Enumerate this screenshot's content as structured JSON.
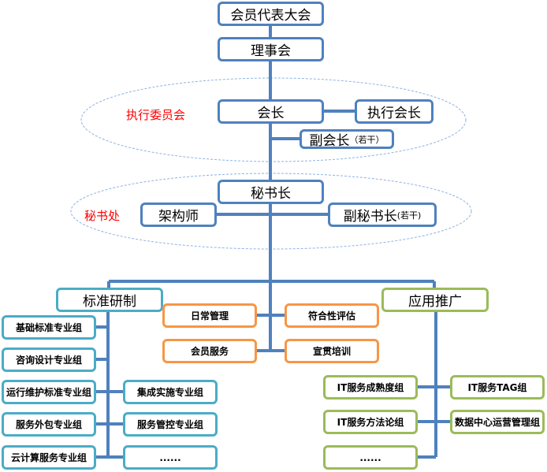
{
  "colors": {
    "line": "#4f81bd",
    "teal": "#4bacc6",
    "orange": "#f79646",
    "green": "#9bbb59",
    "label": "#ff0000",
    "ellipse": "#8db3e2"
  },
  "top": {
    "assembly": "会员代表大会",
    "council": "理事会",
    "president": "会长",
    "exec_president": "执行会长",
    "vice_president": "副会长",
    "vice_president_note": "（若干）",
    "secretary_general": "秘书长",
    "architect": "架构师",
    "deputy_sg": "副秘书长",
    "deputy_sg_note": "(若干)"
  },
  "groups": {
    "exec_committee": "执行委员会",
    "secretariat": "秘书处"
  },
  "standards": {
    "title": "标准研制",
    "left": [
      "基础标准专业组",
      "咨询设计专业组",
      "运行维护标准专业组",
      "服务外包专业组",
      "云计算服务专业组"
    ],
    "right": [
      "集成实施专业组",
      "服务管控专业组",
      "......"
    ]
  },
  "center": {
    "items": [
      "日常管理",
      "符合性评估",
      "会员服务",
      "宣贯培训"
    ]
  },
  "application": {
    "title": "应用推广",
    "left": [
      "IT服务成熟度组",
      "IT服务方法论组",
      "......"
    ],
    "right": [
      "IT服务TAG组",
      "数据中心运营管理组"
    ]
  }
}
